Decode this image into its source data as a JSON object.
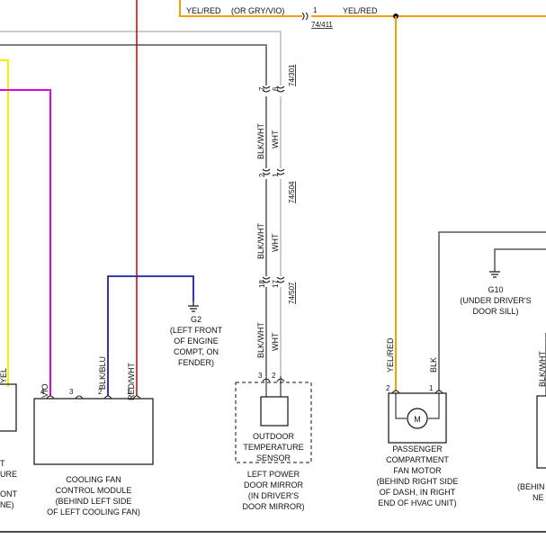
{
  "wires": {
    "top_left_label": "YEL/RED",
    "top_left_alt": "(OR GRY/VIO)",
    "top_right_label": "YEL/RED",
    "top_conn_pin": "1",
    "top_conn_id": "74/411",
    "mirror_left_color": "BLK/WHT",
    "mirror_right_color": "WHT",
    "motor_left_color": "YEL/RED",
    "motor_right_color": "BLK",
    "cfcm_pin4_color": "VIO",
    "cfcm_pin2_color": "BLK/BLU",
    "cfcm_pin1_color": "RED/WHT",
    "far_left_color": "YEL",
    "far_right_color": "BLK/WHT"
  },
  "connectors": {
    "c1": {
      "left_pin": "7",
      "right_pin": "6",
      "id": "74/301"
    },
    "c2": {
      "left_pin": "2",
      "right_pin": "1",
      "id": "74/504"
    },
    "c3": {
      "left_pin": "18",
      "right_pin": "17",
      "id": "74/507"
    }
  },
  "grounds": {
    "g2": {
      "id": "G2",
      "desc": [
        "(LEFT FRONT",
        "OF ENGINE",
        "COMPT, ON",
        "FENDER)"
      ]
    },
    "g10": {
      "id": "G10",
      "desc": [
        "(UNDER DRIVER'S",
        "DOOR SILL)"
      ]
    }
  },
  "components": {
    "cfcm": {
      "pins": [
        "4",
        "3",
        "2",
        "1"
      ],
      "name": [
        "COOLING FAN",
        "CONTROL MODULE",
        "(BEHIND LEFT SIDE",
        "OF LEFT COOLING FAN)"
      ]
    },
    "sensor": {
      "pins": [
        "3",
        "2"
      ],
      "name": [
        "OUTDOOR",
        "TEMPERATURE",
        "SENSOR"
      ],
      "location": [
        "LEFT POWER",
        "DOOR MIRROR",
        "(IN DRIVER'S",
        "DOOR MIRROR)"
      ]
    },
    "motor": {
      "pins": [
        "2",
        "1"
      ],
      "symbol": "M",
      "name": [
        "PASSENGER",
        "COMPARTMENT",
        "FAN MOTOR",
        "(BEHIND RIGHT SIDE",
        "OF DASH, IN RIGHT",
        "END OF HVAC UNIT)"
      ]
    },
    "left_partial": {
      "name": [
        "T",
        "URE",
        "ONT",
        "NE)"
      ]
    },
    "right_partial": {
      "name": [
        "(BEHIN",
        "NE"
      ]
    }
  },
  "colors": {
    "orange": "#f5a000",
    "yellow": "#f0f000",
    "magenta": "#e000e0",
    "red": "#cc0000",
    "blue": "#2020a0",
    "gray": "#555555",
    "light_gray": "#bbbbbb"
  }
}
